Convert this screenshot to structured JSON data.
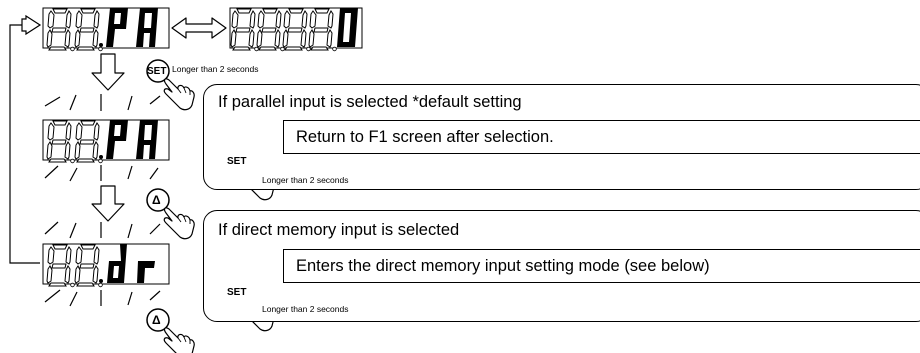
{
  "displays": {
    "top_left": [
      "8",
      "8",
      "P",
      "A"
    ],
    "top_right": [
      "8",
      "8",
      "8",
      "8",
      "0"
    ],
    "middle": [
      "8",
      "8",
      "P",
      "A"
    ],
    "bottom": [
      "8",
      "8",
      "d",
      "r"
    ]
  },
  "buttons": {
    "set": "SET",
    "up": "Δ"
  },
  "notes": {
    "hold_time": "Longer than 2 seconds"
  },
  "panels": [
    {
      "title": "If parallel input is selected *default setting",
      "result": "Return to F1 screen after selection."
    },
    {
      "title": "If direct memory input is selected",
      "result": "Enters the direct memory input setting mode (see below)"
    }
  ]
}
